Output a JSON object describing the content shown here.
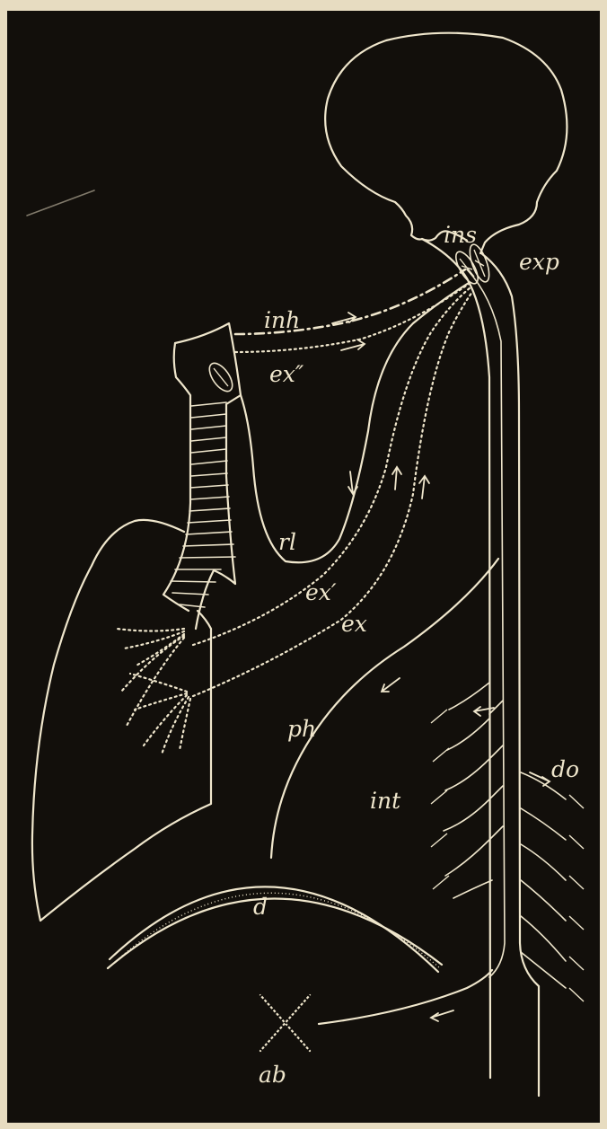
{
  "labels": {
    "ins": "ins",
    "exp": "exp",
    "inh": "inh",
    "ex2": "ex″",
    "rl": "rl",
    "ex1": "ex′",
    "ex": "ex",
    "ph": "ph",
    "do": "do",
    "int": "int",
    "d": "d",
    "ab": "ab"
  },
  "colors": {
    "background": "#120f0b",
    "line": "#efe6cc",
    "border": "#e7dcc1"
  }
}
